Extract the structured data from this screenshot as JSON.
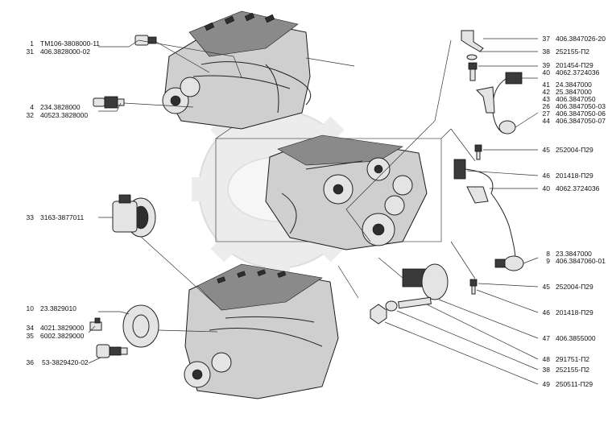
{
  "diagram": {
    "callouts_left": [
      {
        "num": "1",
        "code": "ТМ106-3808000-11"
      },
      {
        "num": "31",
        "code": "406.3828000-02"
      },
      {
        "num": "4",
        "code": "234.3828000"
      },
      {
        "num": "32",
        "code": "40523.3828000"
      },
      {
        "num": "33",
        "code": "3163-3877011"
      },
      {
        "num": "10",
        "code": "23.3829010"
      },
      {
        "num": "34",
        "code": "4021.3829000"
      },
      {
        "num": "35",
        "code": "6002.3829000"
      },
      {
        "num": "36",
        "code": "53-3829420-02"
      }
    ],
    "callouts_right": [
      {
        "num": "37",
        "code": "406.3847026-20"
      },
      {
        "num": "38",
        "code": "252155-П2"
      },
      {
        "num": "39",
        "code": "201454-П29"
      },
      {
        "num": "40",
        "code": "4062.3724036"
      },
      {
        "num": "41",
        "code": "24.3847000"
      },
      {
        "num": "42",
        "code": "25.3847000"
      },
      {
        "num": "43",
        "code": "406.3847050"
      },
      {
        "num": "26",
        "code": "406.3847050-03"
      },
      {
        "num": "27",
        "code": "406.3847050-06"
      },
      {
        "num": "44",
        "code": "406.3847050-07"
      },
      {
        "num": "45",
        "code": "252004-П29"
      },
      {
        "num": "46",
        "code": "201418-П29"
      },
      {
        "num": "40",
        "code": "4062.3724036"
      },
      {
        "num": "8",
        "code": "23.3847000"
      },
      {
        "num": "9",
        "code": "406.3847060-01"
      },
      {
        "num": "45",
        "code": "252004-П29"
      },
      {
        "num": "46",
        "code": "201418-П29"
      },
      {
        "num": "47",
        "code": "406.3855000"
      },
      {
        "num": "48",
        "code": "291751-П2"
      },
      {
        "num": "38",
        "code": "252155-П2"
      },
      {
        "num": "49",
        "code": "250511-П29"
      }
    ]
  }
}
